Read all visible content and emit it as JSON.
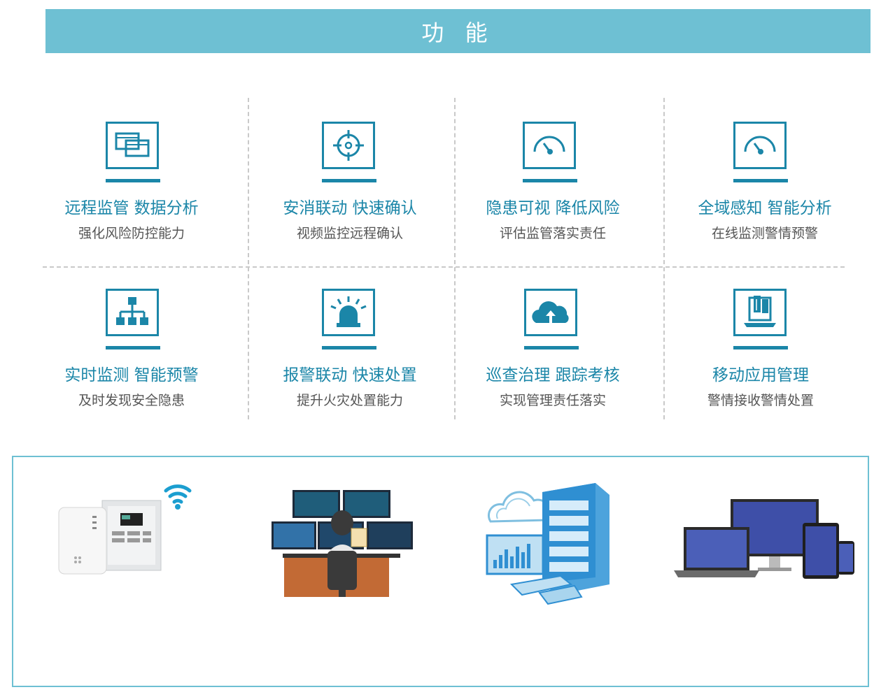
{
  "banner": {
    "title": "功 能"
  },
  "features": [
    {
      "title": "远程监管  数据分析",
      "subtitle": "强化风险防控能力",
      "icon": "overlapping-windows-icon"
    },
    {
      "title": "安消联动  快速确认",
      "subtitle": "视频监控远程确认",
      "icon": "crosshair-target-icon"
    },
    {
      "title": "隐患可视  降低风险",
      "subtitle": "评估监管落实责任",
      "icon": "gauge-icon"
    },
    {
      "title": "全域感知  智能分析",
      "subtitle": "在线监测警情预警",
      "icon": "gauge-icon"
    },
    {
      "title": "实时监测  智能预警",
      "subtitle": "及时发现安全隐患",
      "icon": "org-chart-icon"
    },
    {
      "title": "报警联动  快速处置",
      "subtitle": "提升火灾处置能力",
      "icon": "alarm-light-icon"
    },
    {
      "title": "巡查治理  跟踪考核",
      "subtitle": "实现管理责任落实",
      "icon": "cloud-upload-icon"
    },
    {
      "title": "移动应用管理",
      "subtitle": "警情接收警情处置",
      "icon": "mobile-device-icon"
    }
  ],
  "colors": {
    "accent": "#1b86a8",
    "banner": "#6ec0d3",
    "subtitle": "#555555"
  }
}
